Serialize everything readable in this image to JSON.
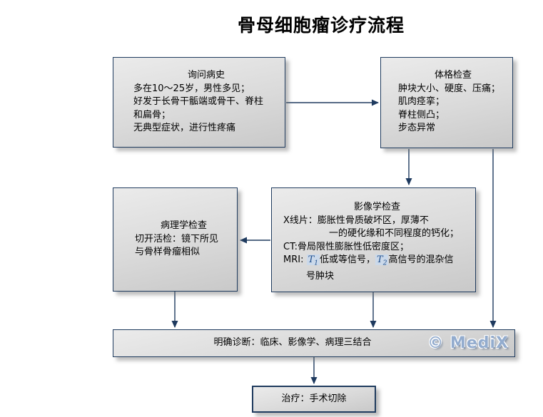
{
  "title": "骨母细胞瘤诊疗流程",
  "colors": {
    "box_border": "#1F3B5E",
    "arrow": "#1E3A5F",
    "box_fill_top": "#ebebeb",
    "box_fill_bottom": "#c9c9c9",
    "formula_text": "#1F4E8C",
    "formula_bg": "#CBD9EA",
    "watermark": "#93ACCE"
  },
  "boxes": {
    "history": {
      "title": "询问病史",
      "lines": {
        "0": "多在10～25岁，男性多见；",
        "1": "好发于长骨干骺端或骨干、脊柱",
        "2": "和扁骨；",
        "3": "无典型症状，进行性疼痛"
      }
    },
    "physical": {
      "title": "体格检查",
      "lines": {
        "0": "肿块大小、硬度、压痛；",
        "1": "肌肉痉挛；",
        "2": "脊柱侧凸；",
        "3": "步态异常"
      }
    },
    "imaging": {
      "title": "影像学检查",
      "line_xray": "X线片：膨胀性骨质破坏区，厚薄不",
      "line_xray_cont": "一的硬化缘和不同程度的钙化；",
      "line_ct": "CT:骨局限性膨胀性低密度区；",
      "mri": {
        "prefix": "MRI: ",
        "t1": "T",
        "t1_sub": "1",
        "mid": "低或等信号，",
        "t2": "T",
        "t2_sub": "2",
        "suffix": "高信号的混杂信"
      },
      "line_mri_cont": "号肿块"
    },
    "pathology": {
      "title": "病理学检查",
      "lines": {
        "0": "切开活检：镜下所见",
        "1": "与骨样骨瘤相似"
      }
    },
    "diagnosis": {
      "label": "明确诊断：临床、影像学、病理三结合"
    },
    "treatment": {
      "label": "治疗：手术切除"
    }
  },
  "watermark": "© MediX"
}
